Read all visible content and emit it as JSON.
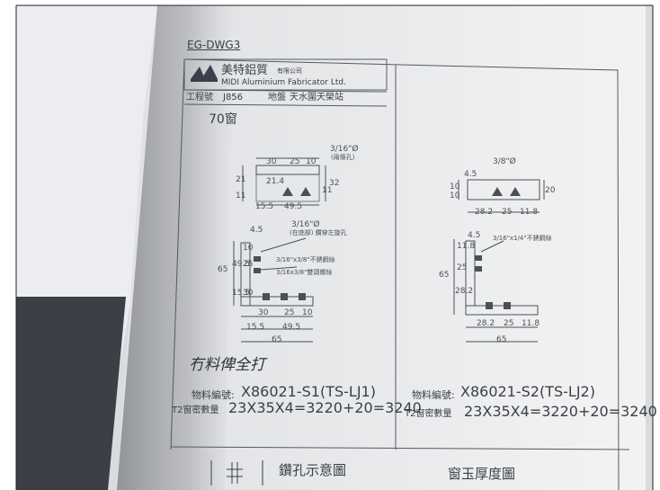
{
  "document": {
    "drawing_no": "EG-DWG3",
    "company_cn": "美特鋁質",
    "company_suffix": "有限公司",
    "company_en": "MIDI Aluminium Fabricator Ltd.",
    "project_label": "工程號",
    "project_no": "J856",
    "site_label": "地盤",
    "site_name": "天水圍天榮站",
    "window_type": "70窗",
    "handwritten_note": "冇料俾全打"
  },
  "left_part": {
    "top_dims": [
      "30",
      "25",
      "10"
    ],
    "top_left_dims": [
      "11",
      "21"
    ],
    "mid_dim": "21.4",
    "right_dims": [
      "11",
      "32"
    ],
    "bottom_dims": [
      "15.5",
      "49.5"
    ],
    "callout_1": "3/16\"Ø",
    "callout_1_note": "(兩條孔)",
    "callout_2": "3/16\"Ø",
    "callout_2_note": "(在底部) 鑽穿左旋孔",
    "side_top": "4.5",
    "side_dims": [
      "10",
      "25",
      "49.5",
      "65",
      "15.5",
      "30"
    ],
    "bolt_note_1": "3/16\"x3/8\"不銹鋼絲",
    "bolt_note_2": "3/16x3/8\"雙頭螺絲",
    "bottom_row": [
      "30",
      "25",
      "10"
    ],
    "bottom_row_2": [
      "15.5",
      "49.5"
    ],
    "total": "65",
    "material_label": "物料編號:",
    "material_no": "X86021-S1(TS-LJ1)",
    "qty_label": "T2窗密數量",
    "qty_formula": "23X35X4=3220+20=3240"
  },
  "right_part": {
    "top_callout": "3/8\"Ø",
    "side_top": "4.5",
    "left_dims": [
      "10",
      "10"
    ],
    "right_dim": "20",
    "bottom_dims": [
      "28.2",
      "25",
      "11.8"
    ],
    "side_top_2": "4.5",
    "bolt_note": "3/16\"x1/4\"不銹鋼絲",
    "side_dims": [
      "11.8",
      "25",
      "65",
      "28.2"
    ],
    "bottom_row": [
      "28.2",
      "25",
      "11.8"
    ],
    "total": "65",
    "material_label": "物料編號:",
    "material_no": "X86021-S2(TS-LJ2)",
    "qty_label": "T2窗密數量",
    "qty_formula": "23X35X4=3220+20=3240"
  },
  "footer": {
    "left_title": "鑽孔示意圖",
    "right_title": "窗玉厚度圖"
  }
}
